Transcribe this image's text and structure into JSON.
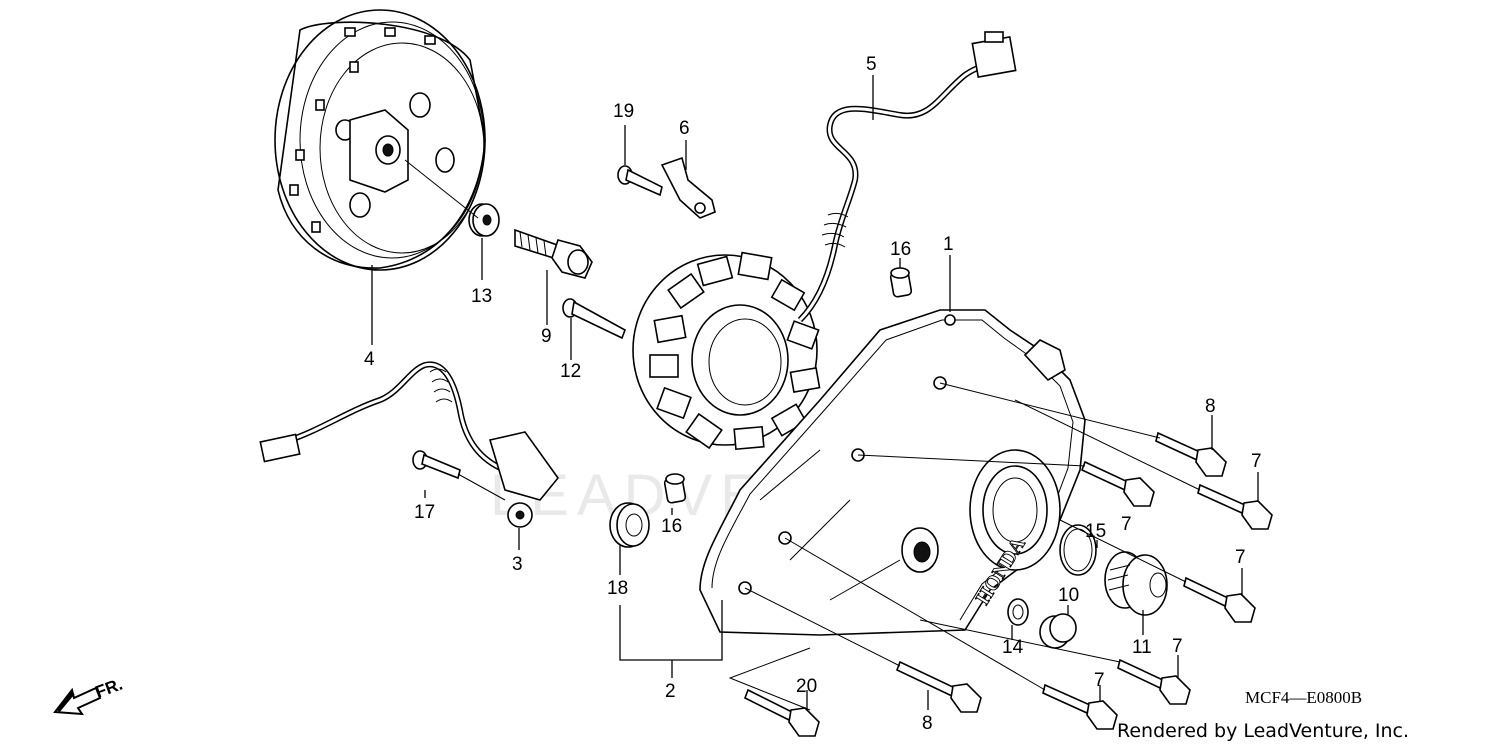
{
  "diagram": {
    "watermark": "LEADVENTURE",
    "drawing_code": "MCF4—E0800B",
    "credit": "Rendered by LeadVenture, Inc.",
    "direction_label": "FR.",
    "cover_brand": "HONDA",
    "callouts": [
      {
        "id": "1",
        "label": "1"
      },
      {
        "id": "2",
        "label": "2"
      },
      {
        "id": "3",
        "label": "3"
      },
      {
        "id": "4",
        "label": "4"
      },
      {
        "id": "5",
        "label": "5"
      },
      {
        "id": "6",
        "label": "6"
      },
      {
        "id": "7a",
        "label": "7"
      },
      {
        "id": "7b",
        "label": "7"
      },
      {
        "id": "7c",
        "label": "7"
      },
      {
        "id": "7d",
        "label": "7"
      },
      {
        "id": "7e",
        "label": "7"
      },
      {
        "id": "8a",
        "label": "8"
      },
      {
        "id": "8b",
        "label": "8"
      },
      {
        "id": "9",
        "label": "9"
      },
      {
        "id": "10",
        "label": "10"
      },
      {
        "id": "11",
        "label": "11"
      },
      {
        "id": "12",
        "label": "12"
      },
      {
        "id": "13",
        "label": "13"
      },
      {
        "id": "14",
        "label": "14"
      },
      {
        "id": "15",
        "label": "15"
      },
      {
        "id": "16a",
        "label": "16"
      },
      {
        "id": "16b",
        "label": "16"
      },
      {
        "id": "17",
        "label": "17"
      },
      {
        "id": "18",
        "label": "18"
      },
      {
        "id": "19",
        "label": "19"
      },
      {
        "id": "20",
        "label": "20"
      }
    ]
  }
}
